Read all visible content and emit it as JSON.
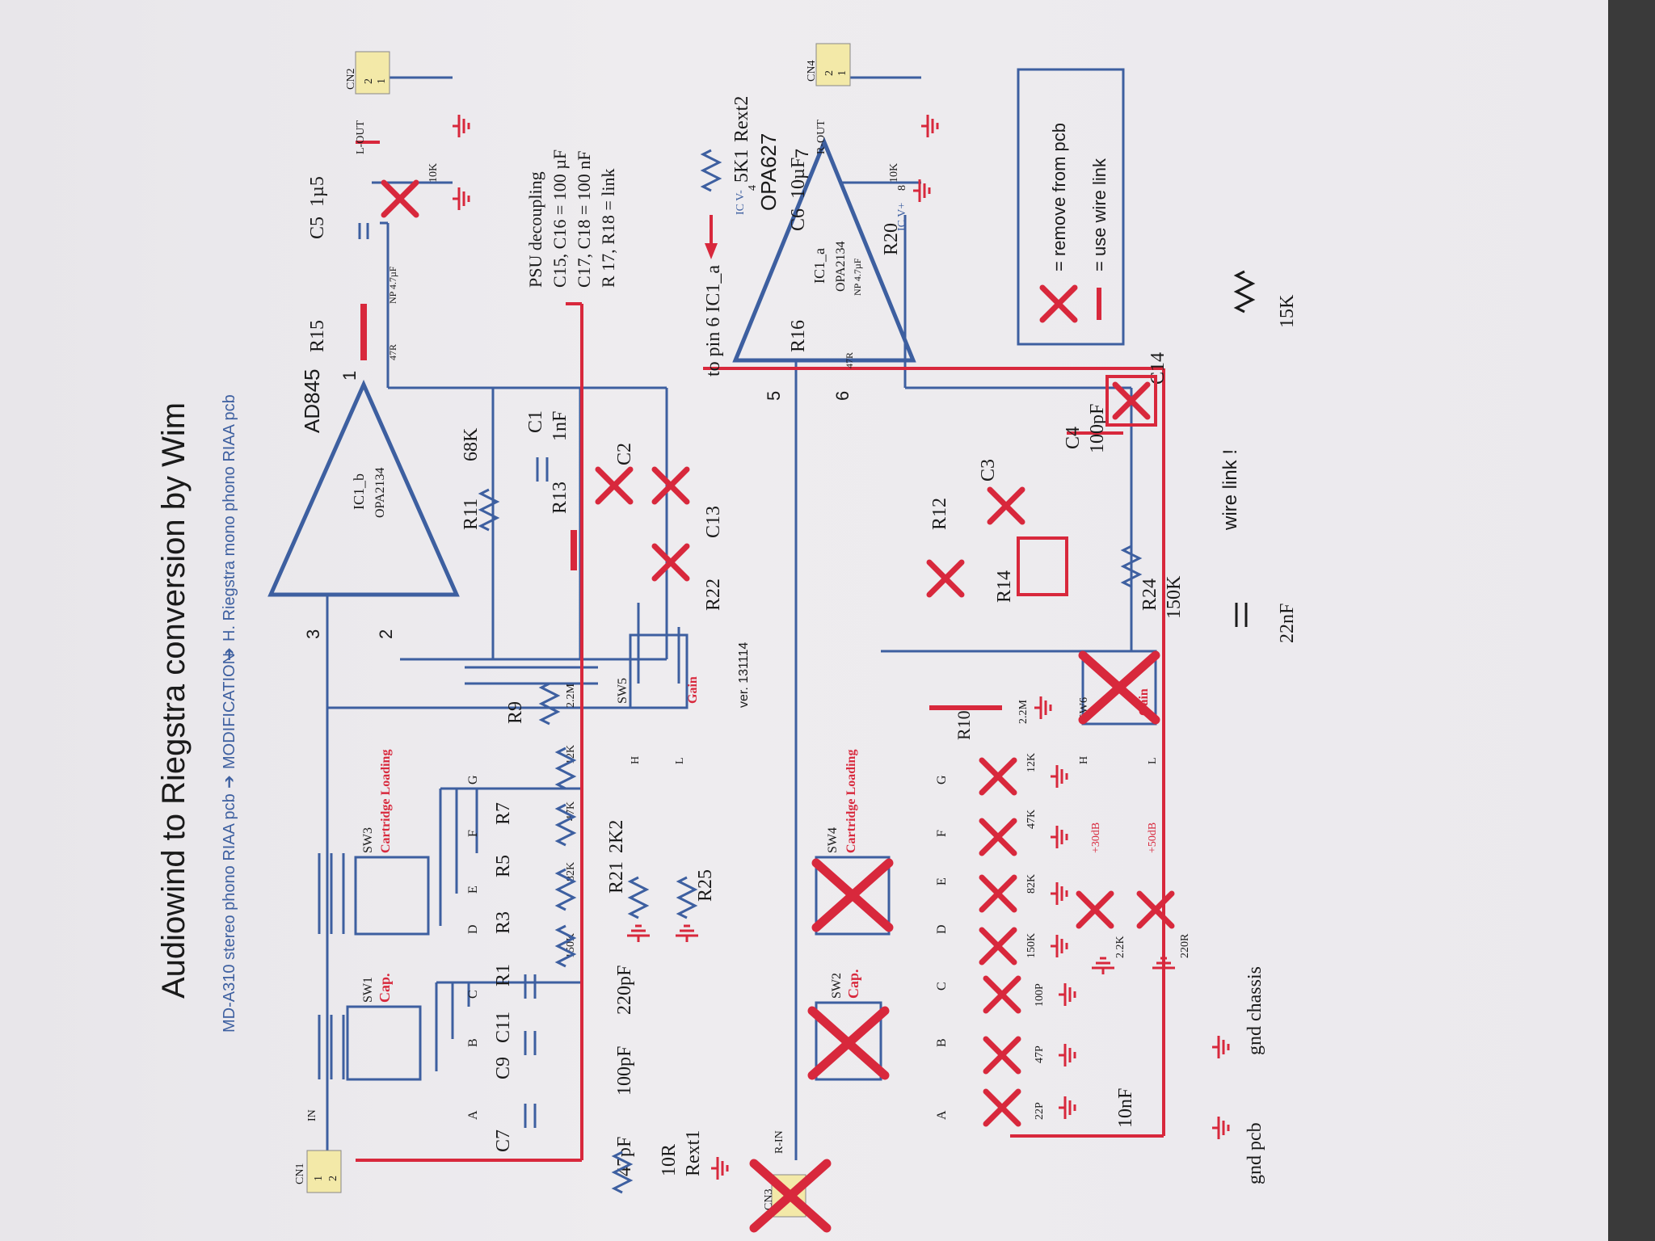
{
  "header": {
    "title": "Audiowind  to Riegstra conversion by Wim",
    "subtitle_from": "MD-A310 stereo phono RIAA pcb",
    "subtitle_mod": "MODIFICATION",
    "subtitle_to": "H. Riegstra mono phono RIAA pcb"
  },
  "colors": {
    "wire": "#3d5fa0",
    "mark": "#d8283c",
    "text": "#1a1a1a",
    "ground": "#d8283c"
  },
  "top_channel": {
    "opamp": {
      "name": "AD845",
      "body": "IC1_b",
      "part": "OPA2134",
      "pin_plus": "3",
      "pin_minus": "2",
      "pin_out": "1"
    },
    "input_connector": {
      "ref": "CN1",
      "label": "IN",
      "pins": [
        "1",
        "2"
      ]
    },
    "output_connector": {
      "ref": "CN2",
      "label": "L-OUT",
      "pins": [
        "2",
        "1"
      ]
    },
    "sw1": {
      "ref": "SW1",
      "name": "Cap."
    },
    "sw3": {
      "ref": "SW3",
      "name": "Cartridge Loading"
    },
    "sw5": {
      "ref": "SW5",
      "name": "Gain",
      "pin_h": "H",
      "pin_l": "L"
    },
    "caps": [
      {
        "ref": "C7",
        "value": "47pF",
        "tap": "A"
      },
      {
        "ref": "C9",
        "value": "100pF",
        "tap": "B"
      },
      {
        "ref": "C11",
        "value": "220pF",
        "tap": "C"
      }
    ],
    "loads": [
      {
        "ref": "R1",
        "value": "150K",
        "tap": "D"
      },
      {
        "ref": "R3",
        "value": "82K",
        "tap": "E"
      },
      {
        "ref": "R5",
        "value": "47K",
        "tap": "F"
      },
      {
        "ref": "R7",
        "value": "12K",
        "tap": "G"
      },
      {
        "ref": "R9",
        "value": "2.2M",
        "tap": ""
      }
    ],
    "r21": {
      "ref": "R21",
      "value": "2K2"
    },
    "r25": {
      "ref": "R25"
    },
    "rext1": {
      "value": "10R",
      "name": "Rext1"
    },
    "r11": {
      "ref": "R11",
      "value": "68K"
    },
    "r13": {
      "ref": "R13"
    },
    "r22": {
      "ref": "R22"
    },
    "c1": {
      "ref": "C1",
      "value": "1nF"
    },
    "c2": {
      "ref": "C2"
    },
    "c13": {
      "ref": "C13"
    },
    "r15": {
      "ref": "R15",
      "small": "47R"
    },
    "c5": {
      "ref": "C5",
      "value": "1µ5",
      "small": "NP 4.7µF"
    },
    "r_out": {
      "value": "10K"
    },
    "rext2": {
      "value": "5K1",
      "name": "Rext2",
      "note": "to pin 6 IC1_a"
    },
    "version": "ver. 131114"
  },
  "psu_note": {
    "title": "PSU decoupling",
    "lines": [
      "C15, C16 = 100 µF",
      "C17, C18 = 100 nF",
      "R 17, R18 = link"
    ]
  },
  "bottom_channel": {
    "opamp": {
      "name": "OPA627",
      "body": "IC1_a",
      "part": "OPA2134",
      "pin_plus": "5",
      "pin_minus": "6",
      "pin_out": "7",
      "pin_4": "4",
      "pin_8": "8",
      "vneg": "IC V-",
      "vpos": "IC V+"
    },
    "input_connector": {
      "ref": "CN3",
      "label": "R-IN"
    },
    "output_connector": {
      "ref": "CN4",
      "label": "R-OUT",
      "pins": [
        "2",
        "1"
      ]
    },
    "sw2": {
      "ref": "SW2",
      "name": "Cap."
    },
    "sw4": {
      "ref": "SW4",
      "name": "Cartridge Loading"
    },
    "sw6": {
      "ref": "SW6",
      "name": "Gain",
      "pin_h": "H",
      "pin_l": "L",
      "gain_h": "+30dB",
      "gain_l": "+50dB"
    },
    "caps": [
      {
        "value": "22P",
        "tap": "A"
      },
      {
        "value": "47P",
        "tap": "B"
      },
      {
        "value": "100P",
        "tap": "C"
      }
    ],
    "loads": [
      {
        "value": "150K",
        "tap": "D"
      },
      {
        "value": "82K",
        "tap": "E"
      },
      {
        "value": "47K",
        "tap": "F"
      },
      {
        "value": "12K",
        "tap": "G"
      }
    ],
    "r_gain_h": {
      "value": "2.2K"
    },
    "r_gain_l": {
      "value": "220R"
    },
    "r10": {
      "ref": "R10",
      "value": "2.2M"
    },
    "r12": {
      "ref": "R12"
    },
    "r14": {
      "ref": "R14"
    },
    "r24": {
      "ref": "R24",
      "value": "150K"
    },
    "c3": {
      "ref": "C3"
    },
    "c4": {
      "ref": "C4",
      "value": "100pF"
    },
    "c14": {
      "ref": "C14"
    },
    "r16": {
      "ref": "R16",
      "small": "47R"
    },
    "c6": {
      "ref": "C6",
      "value": "10µF",
      "small": "NP 4.7µF"
    },
    "r20": {
      "ref": "R20",
      "value": "10K"
    },
    "extra_cap": {
      "value": "22nF"
    },
    "extra_res": {
      "value": "15K"
    },
    "wire_link_note": "wire link !"
  },
  "ground_link": {
    "cap": "10nF",
    "gnd_pcb": "gnd pcb",
    "gnd_chassis": "gnd chassis"
  },
  "legend": {
    "remove": "= remove from pcb",
    "link": "= use wire link"
  }
}
